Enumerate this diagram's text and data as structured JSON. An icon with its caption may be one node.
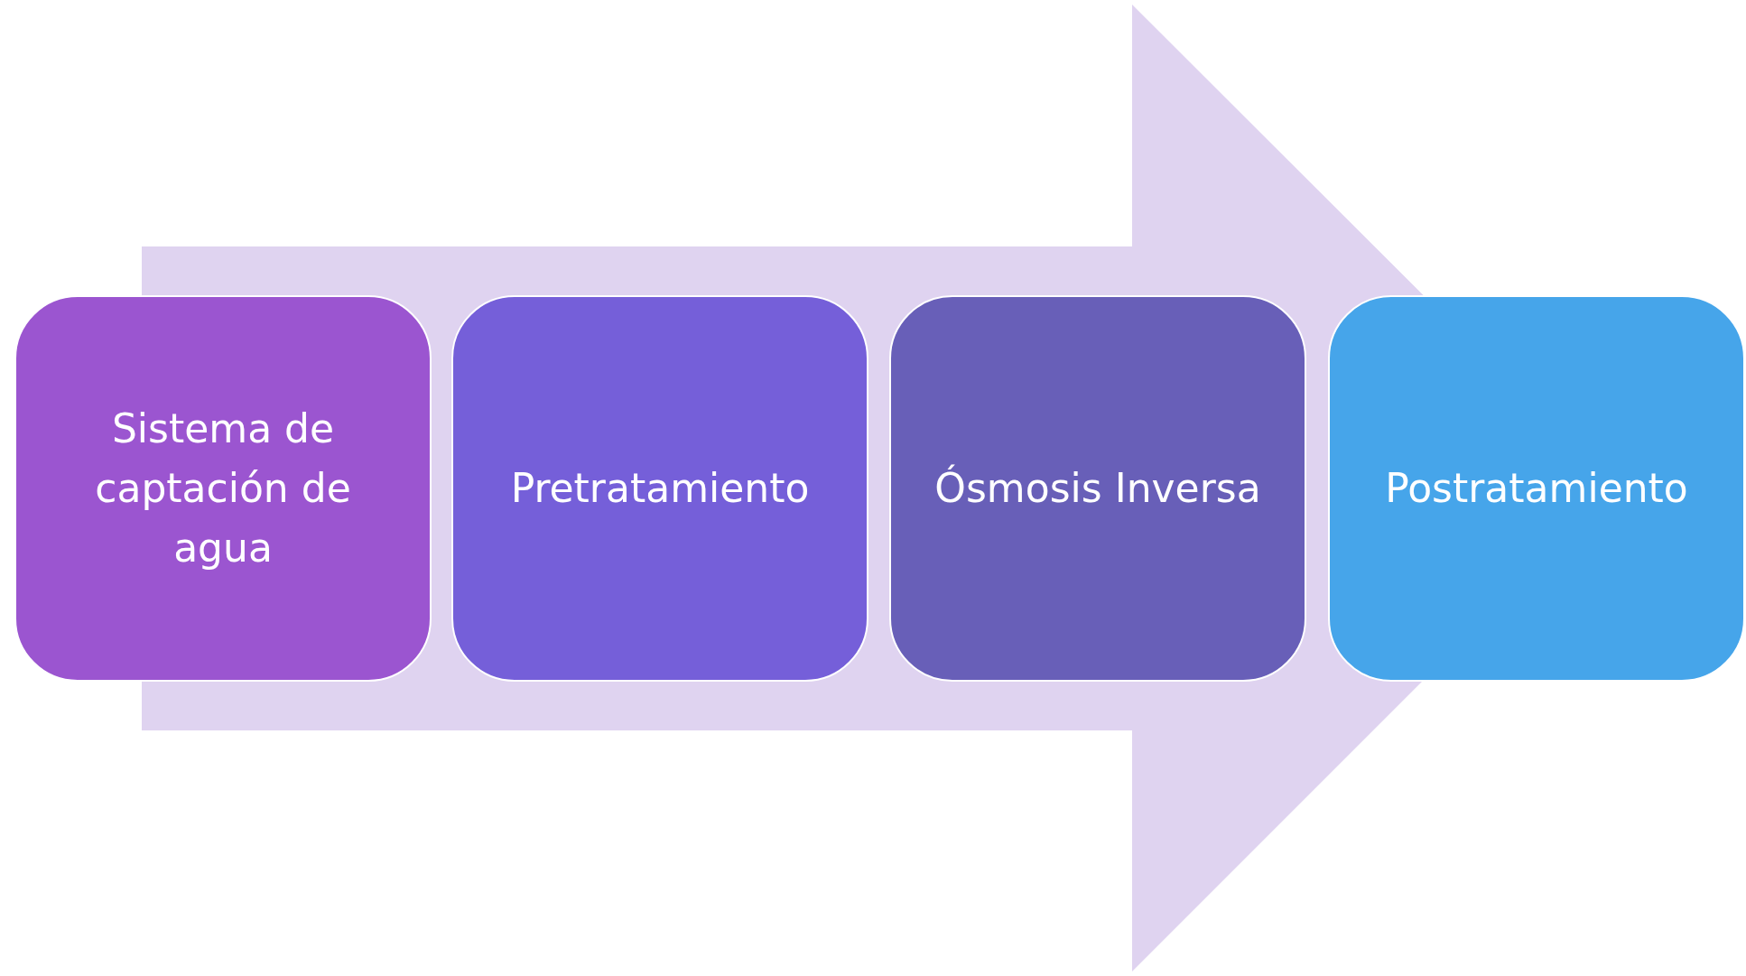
{
  "diagram": {
    "nodes": [
      {
        "text": [
          "Sistema de captación de agua"
        ]
      },
      {
        "text": [
          "Pretratamiento"
        ]
      },
      {
        "text": [
          "Ósmosis Inversa"
        ]
      },
      {
        "text": [
          "Postratamiento"
        ]
      }
    ],
    "edges": [
      {
        "from": 0,
        "to": 3,
        "arrow": "to"
      }
    ]
  }
}
